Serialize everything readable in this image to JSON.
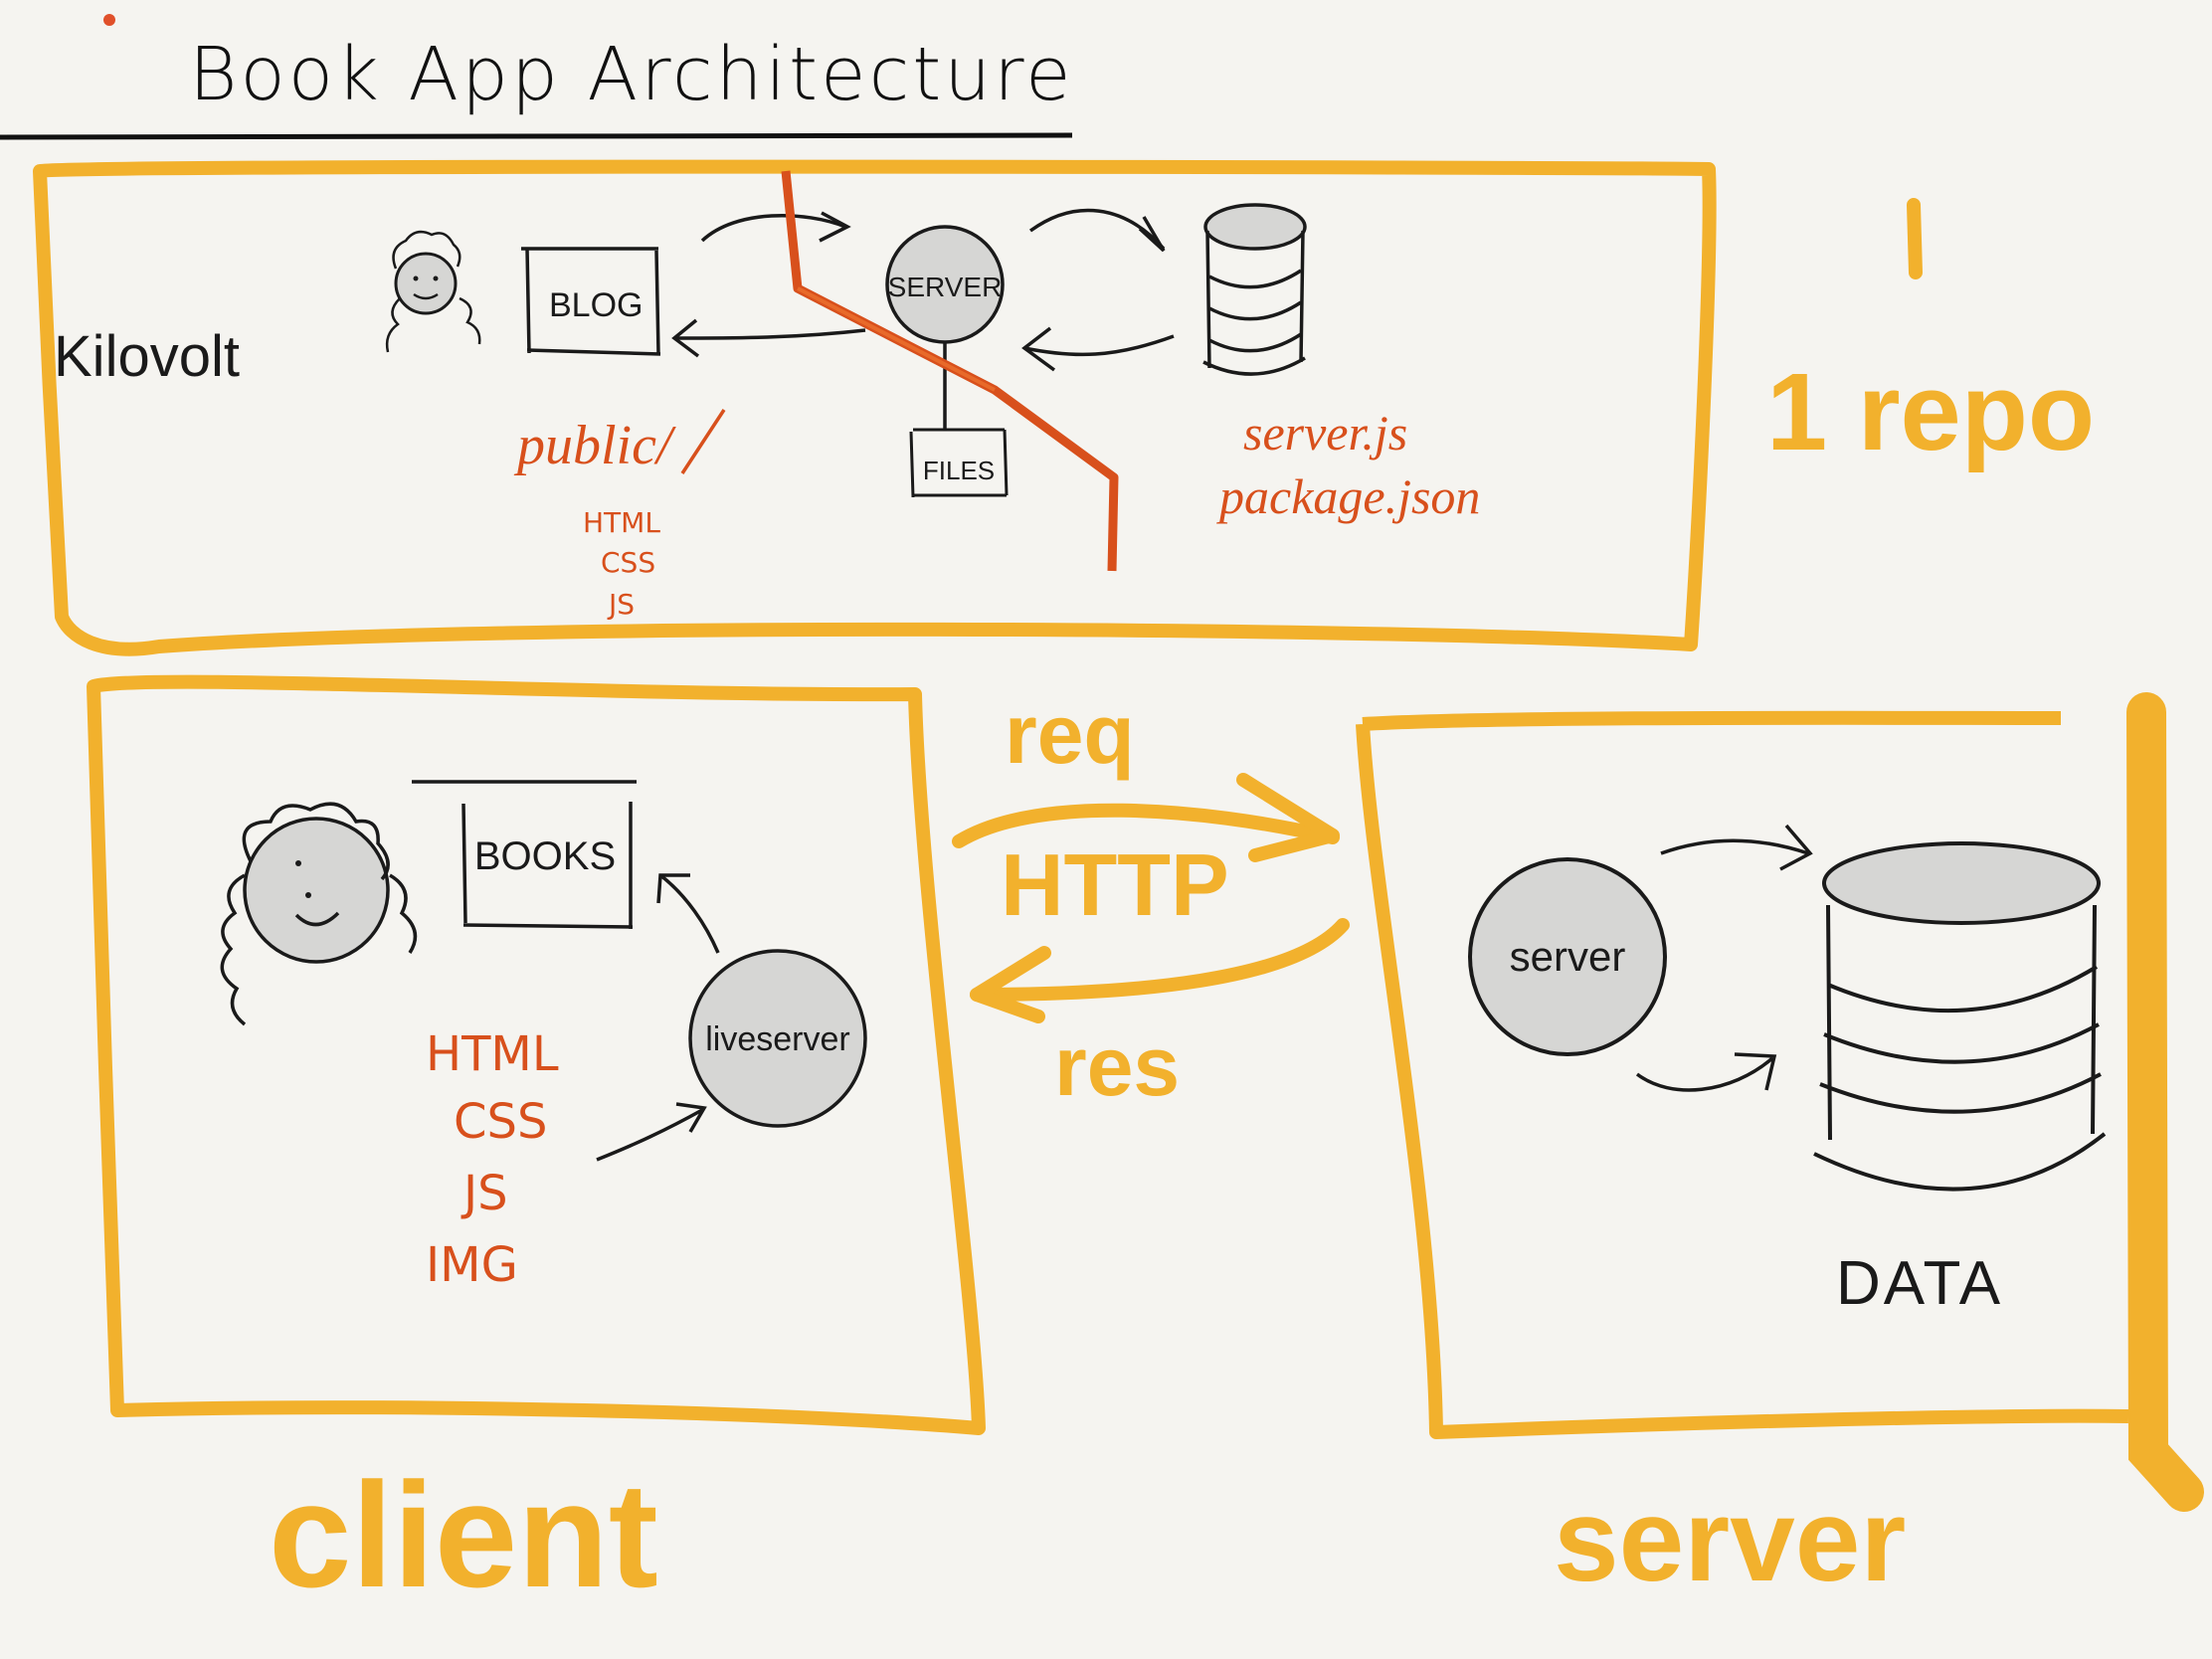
{
  "title": "Book App Architecture",
  "top_panel": {
    "owner_label": "Kilovolt",
    "blog_label": "BLOG",
    "server_label": "SERVER",
    "files_label": "FILES",
    "public_label": "public/",
    "public_files": [
      "HTML",
      "CSS",
      "JS"
    ],
    "server_files": [
      "server.js",
      "package.json"
    ]
  },
  "repo_label": "1 repo",
  "client_panel": {
    "page_label": "BOOKS",
    "liveserver_label": "liveserver",
    "assets": [
      "HTML",
      "CSS",
      "JS",
      "IMG"
    ],
    "caption": "client"
  },
  "http": {
    "request": "req",
    "protocol": "HTTP",
    "response": "res"
  },
  "server_panel": {
    "server_label": "server",
    "data_label": "DATA",
    "caption": "server"
  },
  "colors": {
    "background": "#f5f4f0",
    "gold": "#f2b12d",
    "orange": "#d8501c",
    "ink": "#1a1a1a",
    "fill_gray": "#d6d6d4"
  }
}
